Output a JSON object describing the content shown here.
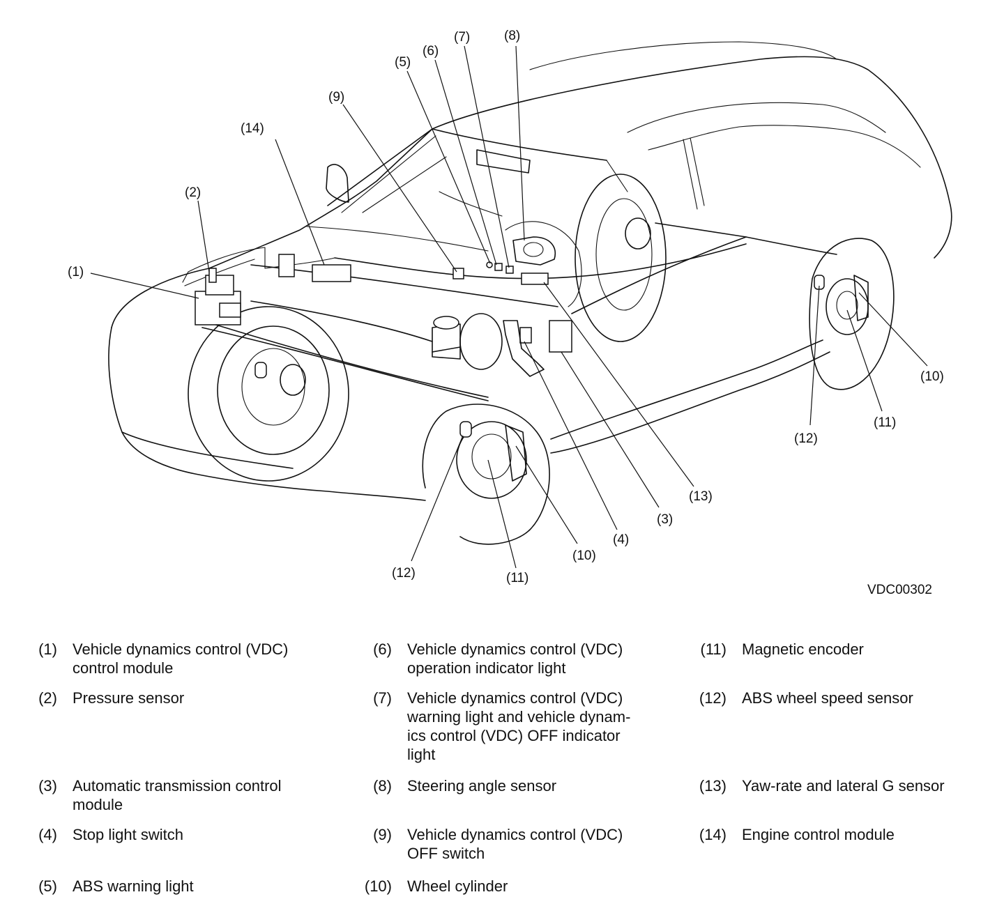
{
  "figure": {
    "id": "VDC00302",
    "callouts": [
      {
        "key": "c1",
        "text": "(1)"
      },
      {
        "key": "c2",
        "text": "(2)"
      },
      {
        "key": "c3",
        "text": "(3)"
      },
      {
        "key": "c4",
        "text": "(4)"
      },
      {
        "key": "c5",
        "text": "(5)"
      },
      {
        "key": "c6",
        "text": "(6)"
      },
      {
        "key": "c7",
        "text": "(7)"
      },
      {
        "key": "c8",
        "text": "(8)"
      },
      {
        "key": "c9",
        "text": "(9)"
      },
      {
        "key": "c10a",
        "text": "(10)"
      },
      {
        "key": "c10b",
        "text": "(10)"
      },
      {
        "key": "c11a",
        "text": "(11)"
      },
      {
        "key": "c11b",
        "text": "(11)"
      },
      {
        "key": "c12a",
        "text": "(12)"
      },
      {
        "key": "c12b",
        "text": "(12)"
      },
      {
        "key": "c13",
        "text": "(13)"
      },
      {
        "key": "c14",
        "text": "(14)"
      }
    ]
  },
  "legend": [
    {
      "num": "(1)",
      "text": "Vehicle dynamics control (VDC)\ncontrol module"
    },
    {
      "num": "(2)",
      "text": "Pressure sensor"
    },
    {
      "num": "(3)",
      "text": "Automatic transmission control\nmodule"
    },
    {
      "num": "(4)",
      "text": "Stop light switch"
    },
    {
      "num": "(5)",
      "text": "ABS warning light"
    },
    {
      "num": "(6)",
      "text": "Vehicle dynamics control (VDC)\noperation indicator light"
    },
    {
      "num": "(7)",
      "text": "Vehicle dynamics control (VDC)\nwarning light and vehicle dynam-\nics control (VDC) OFF indicator\nlight"
    },
    {
      "num": "(8)",
      "text": "Steering angle sensor"
    },
    {
      "num": "(9)",
      "text": "Vehicle dynamics control (VDC)\nOFF switch"
    },
    {
      "num": "(10)",
      "text": "Wheel cylinder"
    },
    {
      "num": "(11)",
      "text": "Magnetic encoder"
    },
    {
      "num": "(12)",
      "text": "ABS wheel speed sensor"
    },
    {
      "num": "(13)",
      "text": "Yaw-rate and lateral G sensor"
    },
    {
      "num": "(14)",
      "text": "Engine control module"
    }
  ]
}
